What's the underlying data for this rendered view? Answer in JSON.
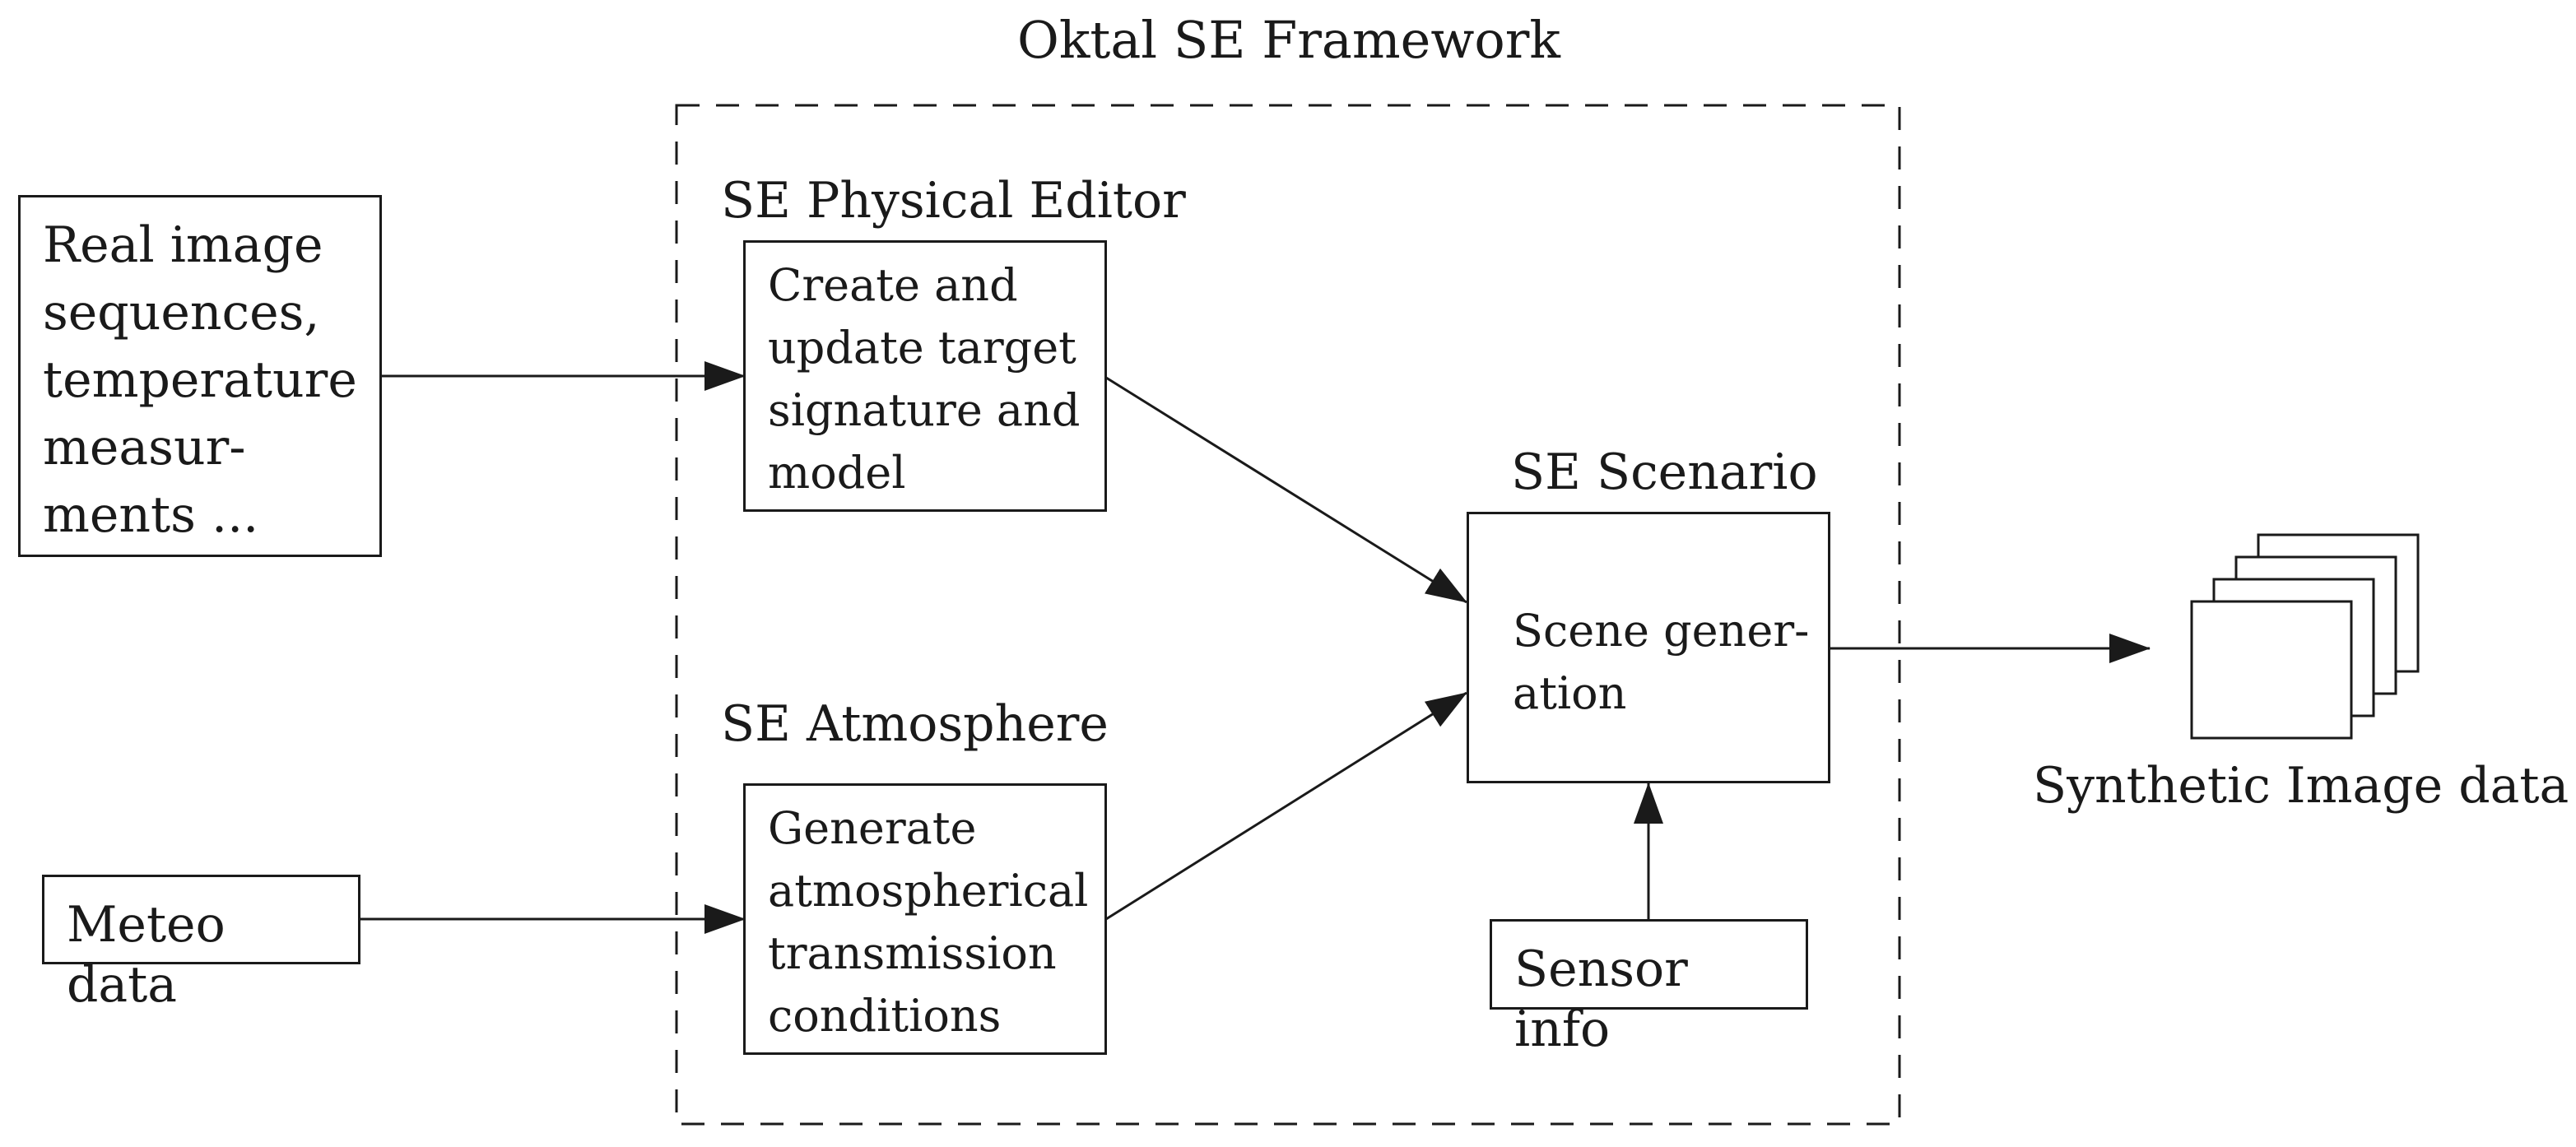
{
  "framework": {
    "title": "Oktal SE Framework"
  },
  "inputs": {
    "real_data": "Real image\nsequences,\ntemperature\nmeasur-\nments ...",
    "meteo": "Meteo data"
  },
  "physical_editor": {
    "label": "SE Physical Editor",
    "box_text": "Create and\nupdate target\nsignature and\nmodel"
  },
  "atmosphere": {
    "label": "SE Atmosphere",
    "box_text": "Generate\natmospherical\ntransmission\nconditions"
  },
  "scenario": {
    "label": "SE Scenario",
    "box_text": "Scene gener-\nation",
    "sensor": "Sensor info"
  },
  "output": {
    "label": "Synthetic Image data"
  }
}
